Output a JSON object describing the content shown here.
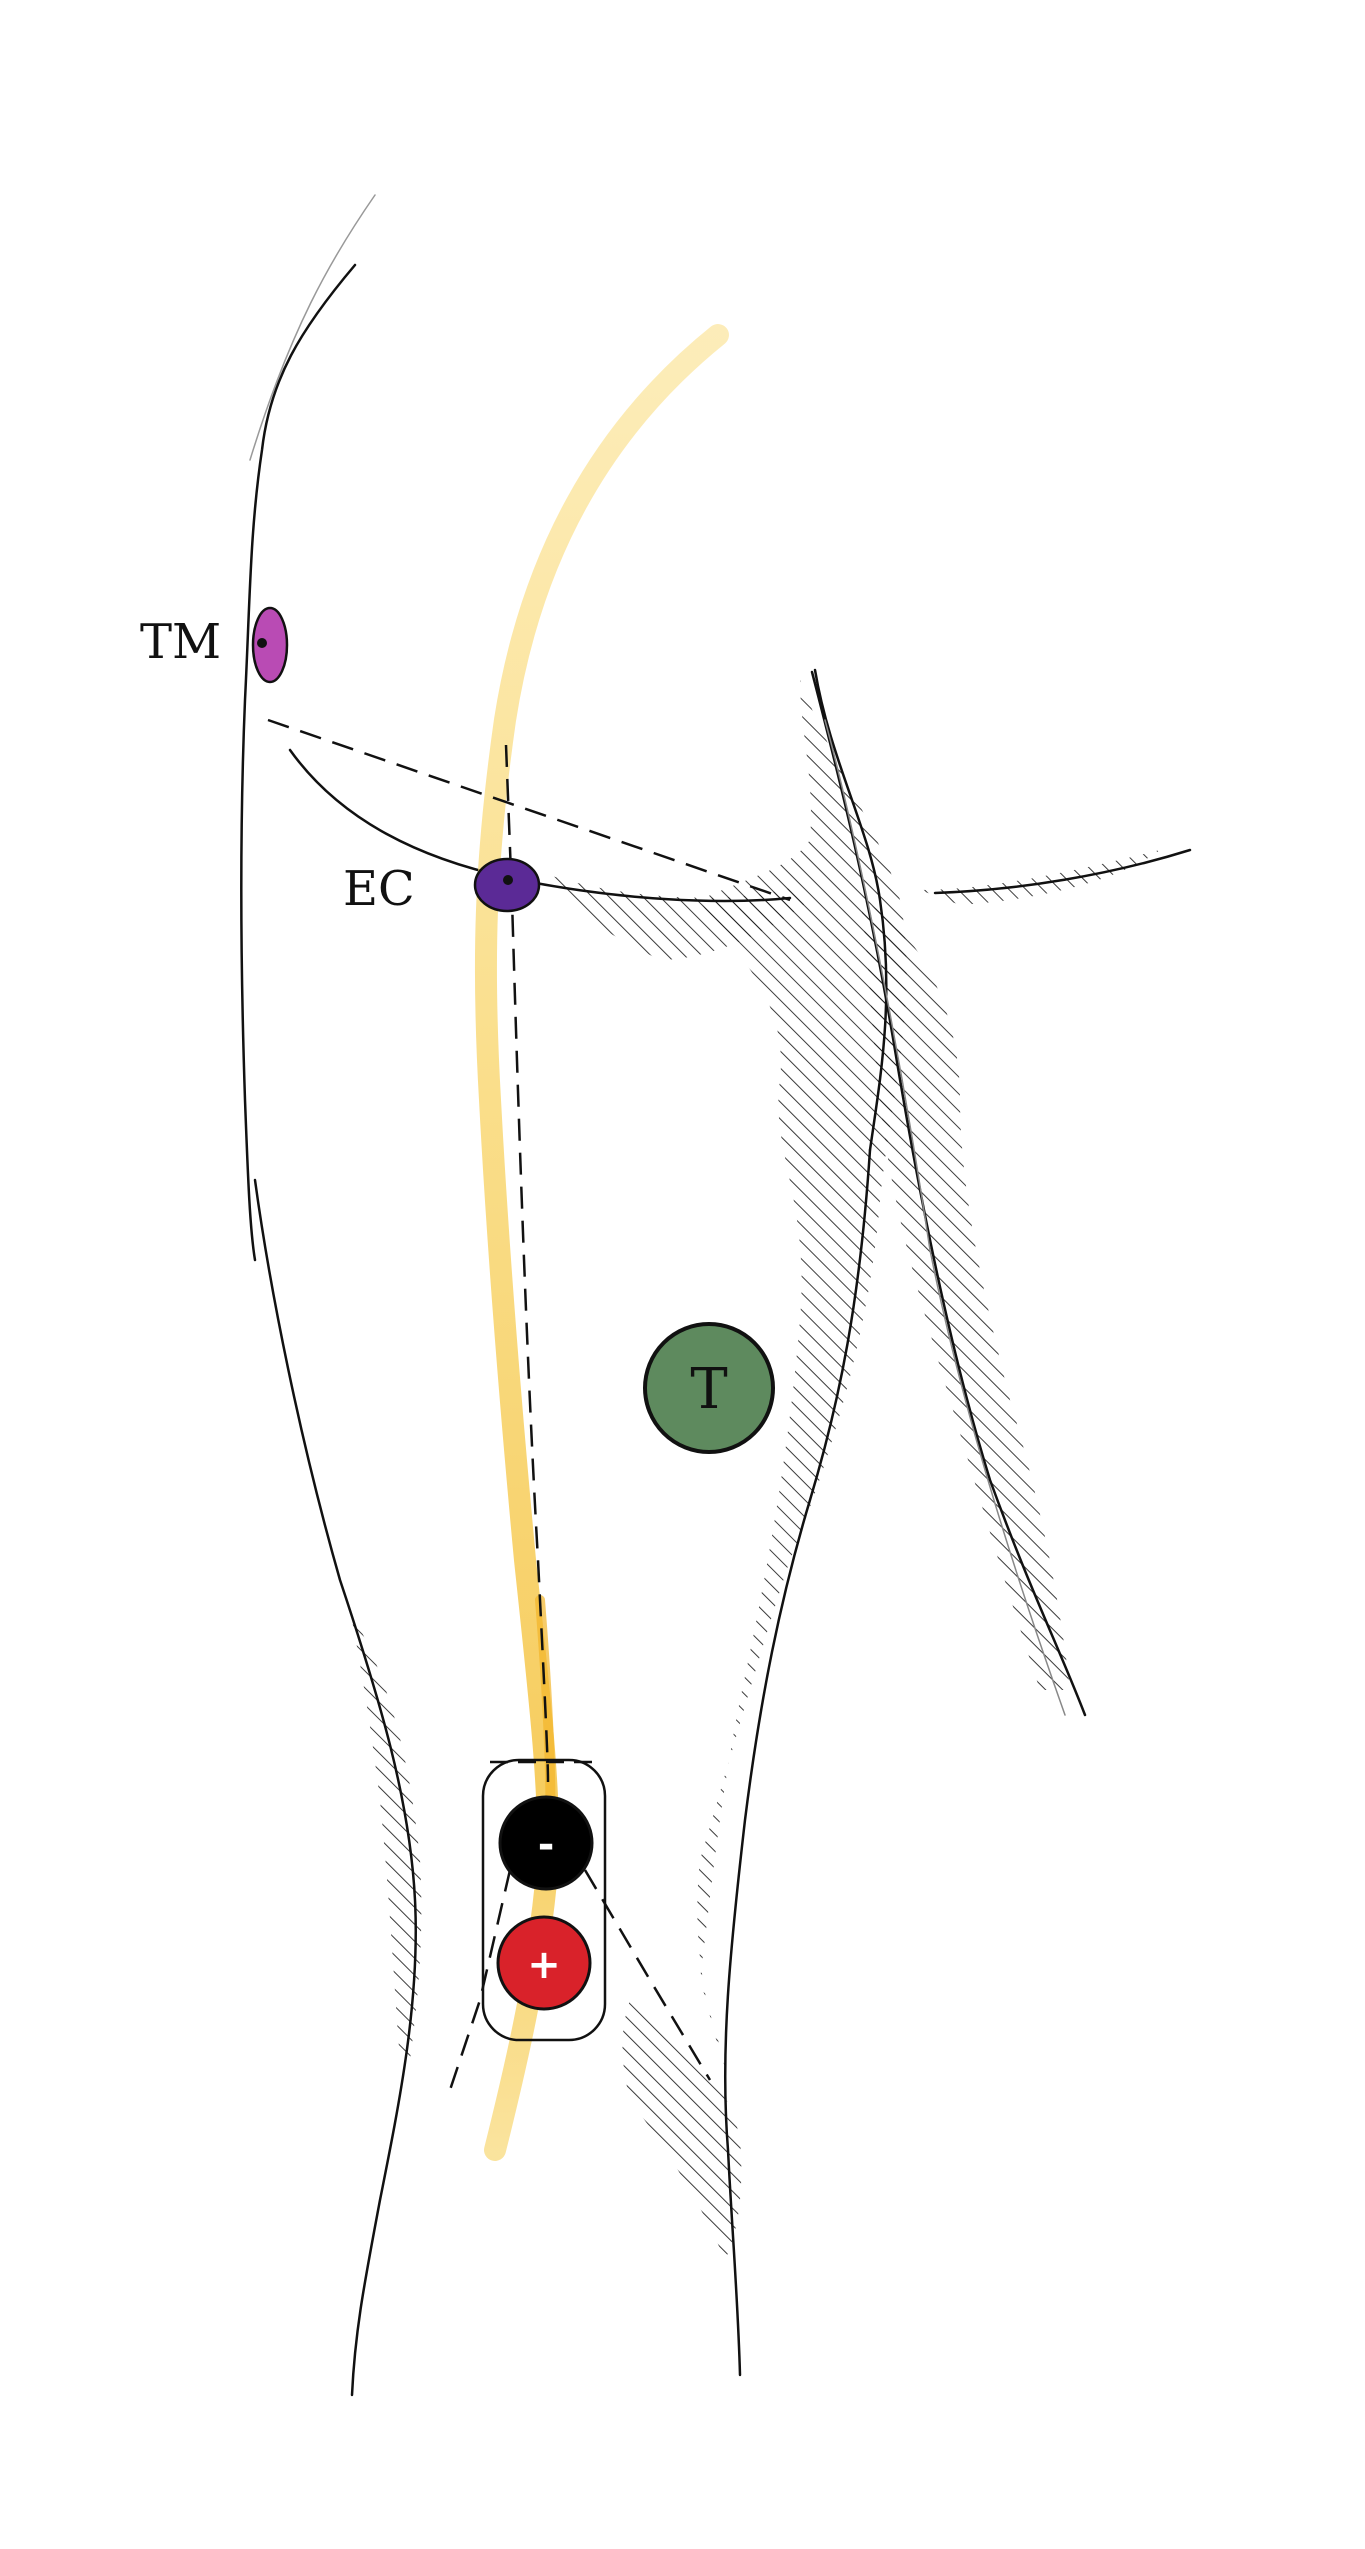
{
  "diagram": {
    "labels": {
      "tm": "TM",
      "ec": "EC",
      "target": "T",
      "negative": "-",
      "positive": "+"
    },
    "colors": {
      "background": "#ffffff",
      "outline": "#111111",
      "hatch": "#1a1a1a",
      "nerve": "#f6c948",
      "nerve_core": "#f2b52a",
      "tm_marker": "#b94bb4",
      "ec_marker": "#5b2a96",
      "target": "#5e8a5e",
      "negative_electrode": "#000000",
      "positive_electrode": "#d9222a",
      "electrode_sign": "#ffffff"
    },
    "icons": {
      "tm_marker": "landmark-dot-icon",
      "ec_marker": "landmark-dot-icon",
      "target": "target-circle-icon",
      "negative_electrode": "minus-electrode-icon",
      "positive_electrode": "plus-electrode-icon"
    }
  }
}
